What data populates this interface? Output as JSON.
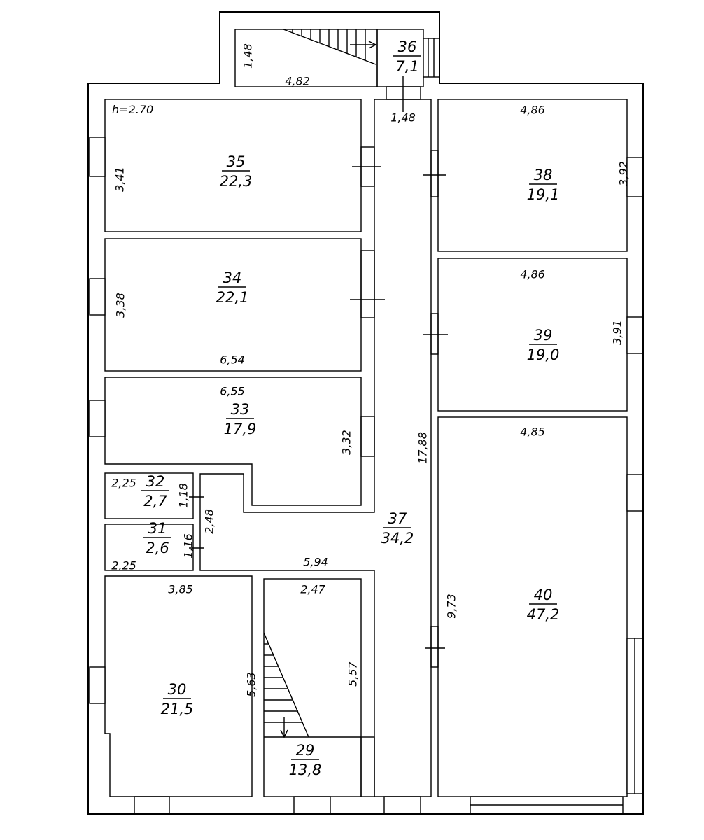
{
  "ceiling": "h=2.70",
  "rooms": [
    {
      "id": "36",
      "number": "36",
      "area": "7,1"
    },
    {
      "id": "35",
      "number": "35",
      "area": "22,3"
    },
    {
      "id": "34",
      "number": "34",
      "area": "22,1"
    },
    {
      "id": "33",
      "number": "33",
      "area": "17,9"
    },
    {
      "id": "32",
      "number": "32",
      "area": "2,7"
    },
    {
      "id": "31",
      "number": "31",
      "area": "2,6"
    },
    {
      "id": "30",
      "number": "30",
      "area": "21,5"
    },
    {
      "id": "29",
      "number": "29",
      "area": "13,8"
    },
    {
      "id": "37",
      "number": "37",
      "area": "34,2"
    },
    {
      "id": "38",
      "number": "38",
      "area": "19,1"
    },
    {
      "id": "39",
      "number": "39",
      "area": "19,0"
    },
    {
      "id": "40",
      "number": "40",
      "area": "47,2"
    }
  ],
  "dimensions": [
    "1,48",
    "4,82",
    "1,48",
    "4,86",
    "3,92",
    "3,41",
    "4,86",
    "3,38",
    "6,54",
    "3,91",
    "6,55",
    "3,32",
    "4,85",
    "17,88",
    "2,25",
    "1,18",
    "2,48",
    "1,16",
    "2,25",
    "5,94",
    "3,85",
    "2,47",
    "9,73",
    "5,57",
    "5,63"
  ]
}
